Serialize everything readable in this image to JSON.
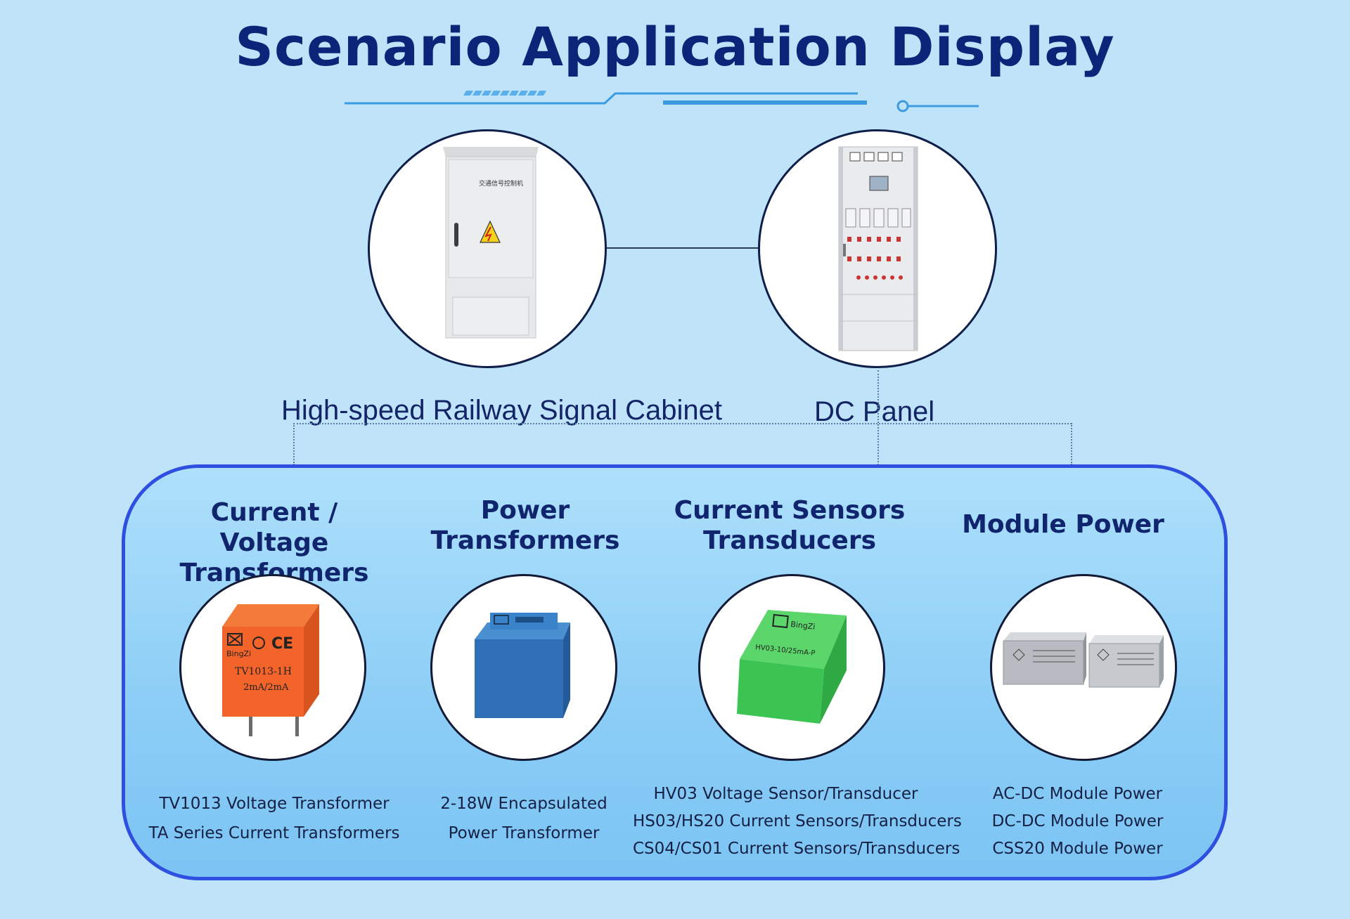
{
  "title": "Scenario Application Display",
  "colors": {
    "background": "#bfe4fa",
    "title": "#0d2579",
    "panel_border": "#2f4fe0",
    "accent_line": "#3c9be0"
  },
  "scenes": [
    {
      "label": "High-speed Railway Signal Cabinet",
      "image": "signal-cabinet-image",
      "cabinet_text": "交通信号控制机"
    },
    {
      "label": "DC Panel",
      "image": "dc-panel-cabinet-image"
    }
  ],
  "categories": [
    {
      "title_lines": [
        "Current / Voltage",
        "Transformers"
      ],
      "image": "orange-voltage-transformer-image",
      "product_marks": [
        "BingZi",
        "TV1013-1H",
        "2mA/2mA",
        "CE"
      ],
      "items": [
        "TV1013 Voltage Transformer",
        "TA Series Current Transformers"
      ]
    },
    {
      "title_lines": [
        "Power",
        "Transformers"
      ],
      "image": "blue-power-transformer-image",
      "product_marks": [],
      "items": [
        "2-18W Encapsulated",
        "Power Transformer"
      ]
    },
    {
      "title_lines": [
        "Current Sensors",
        "Transducers"
      ],
      "image": "green-voltage-sensor-image",
      "product_marks": [
        "BingZi",
        "HV03-10/25mA-P"
      ],
      "items": [
        "HV03 Voltage Sensor/Transducer",
        "HS03/HS20 Current Sensors/Transducers",
        "CS04/CS01 Current Sensors/Transducers"
      ]
    },
    {
      "title_lines": [
        "Module Power"
      ],
      "image": "metal-module-power-image",
      "product_marks": [],
      "items": [
        "AC-DC Module Power",
        "DC-DC Module Power",
        "CSS20 Module Power"
      ]
    }
  ]
}
